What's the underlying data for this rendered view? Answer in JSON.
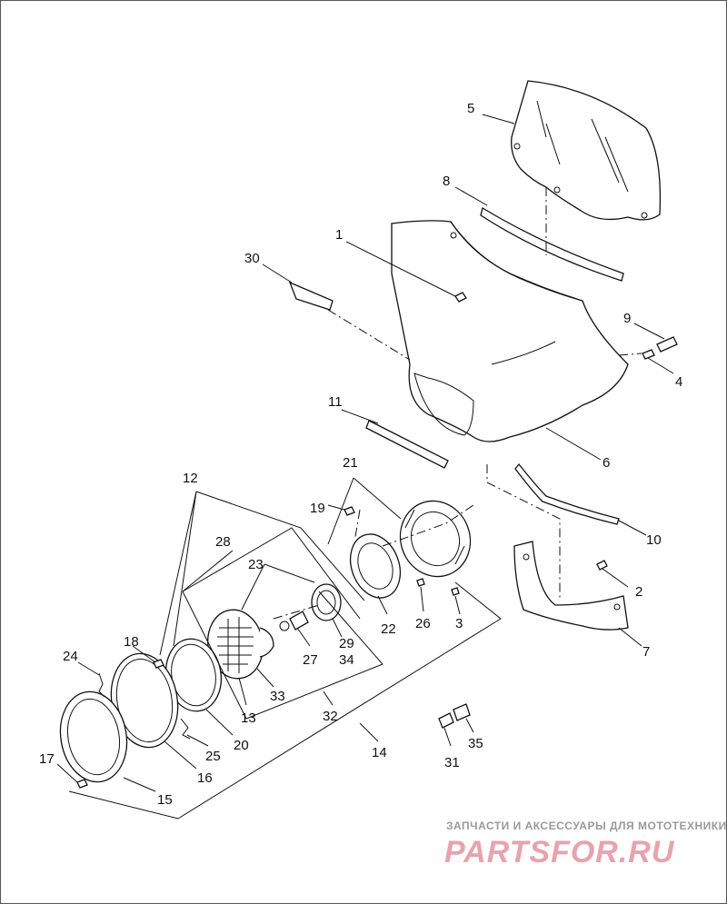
{
  "callouts": [
    {
      "id": "c1",
      "label": "1"
    },
    {
      "id": "c2",
      "label": "2"
    },
    {
      "id": "c3",
      "label": "3"
    },
    {
      "id": "c4",
      "label": "4"
    },
    {
      "id": "c5",
      "label": "5"
    },
    {
      "id": "c6",
      "label": "6"
    },
    {
      "id": "c7",
      "label": "7"
    },
    {
      "id": "c8",
      "label": "8"
    },
    {
      "id": "c9",
      "label": "9"
    },
    {
      "id": "c10",
      "label": "10"
    },
    {
      "id": "c11",
      "label": "11"
    },
    {
      "id": "c12",
      "label": "12"
    },
    {
      "id": "c13",
      "label": "13"
    },
    {
      "id": "c14",
      "label": "14"
    },
    {
      "id": "c15",
      "label": "15"
    },
    {
      "id": "c16",
      "label": "16"
    },
    {
      "id": "c17",
      "label": "17"
    },
    {
      "id": "c18",
      "label": "18"
    },
    {
      "id": "c19",
      "label": "19"
    },
    {
      "id": "c20",
      "label": "20"
    },
    {
      "id": "c21",
      "label": "21"
    },
    {
      "id": "c22",
      "label": "22"
    },
    {
      "id": "c23",
      "label": "23"
    },
    {
      "id": "c24",
      "label": "24"
    },
    {
      "id": "c25",
      "label": "25"
    },
    {
      "id": "c26",
      "label": "26"
    },
    {
      "id": "c27",
      "label": "27"
    },
    {
      "id": "c28",
      "label": "28"
    },
    {
      "id": "c29",
      "label": "29"
    },
    {
      "id": "c30",
      "label": "30"
    },
    {
      "id": "c31",
      "label": "31"
    },
    {
      "id": "c32",
      "label": "32"
    },
    {
      "id": "c33",
      "label": "33"
    },
    {
      "id": "c34",
      "label": "34"
    },
    {
      "id": "c35",
      "label": "35"
    }
  ],
  "watermark": {
    "tagline": "ЗАПЧАСТИ И АКСЕССУАРЫ ДЛЯ МОТОТЕХНИКИ",
    "brand": "PARTSFOR.RU",
    "colors": {
      "tagline": "#9a9a9a",
      "brand": "#e8a3ad"
    }
  }
}
